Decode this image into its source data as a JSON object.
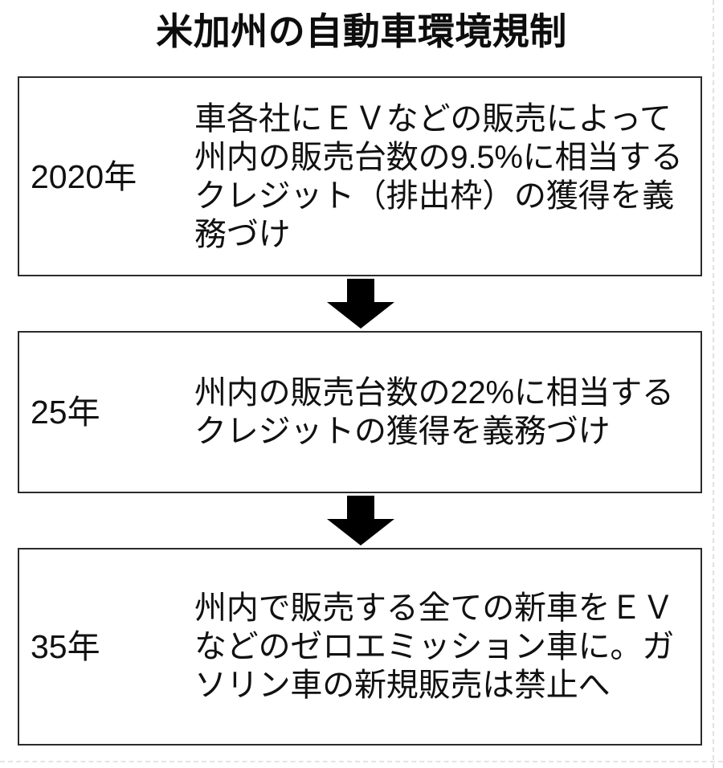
{
  "title": "米加州の自動車環境規制",
  "colors": {
    "box_border": "#2b2b2b",
    "arrow": "#000000",
    "text": "#111111",
    "background": "#ffffff",
    "dashed_rule": "#e2e2e2"
  },
  "steps": [
    {
      "year": "2020年",
      "description": "車各社にＥＶなどの販売によって州内の販売台数の9.5%に相当するクレジット（排出枠）の獲得を義務づけ"
    },
    {
      "year": "25年",
      "description": "州内の販売台数の22%に相当するクレジットの獲得を義務づけ"
    },
    {
      "year": "35年",
      "description": "州内で販売する全ての新車をＥＶなどのゼロエミッション車に。ガソリン車の新規販売は禁止へ"
    }
  ],
  "connectors": [
    {
      "icon": "arrow-down-icon"
    },
    {
      "icon": "arrow-down-icon"
    }
  ]
}
